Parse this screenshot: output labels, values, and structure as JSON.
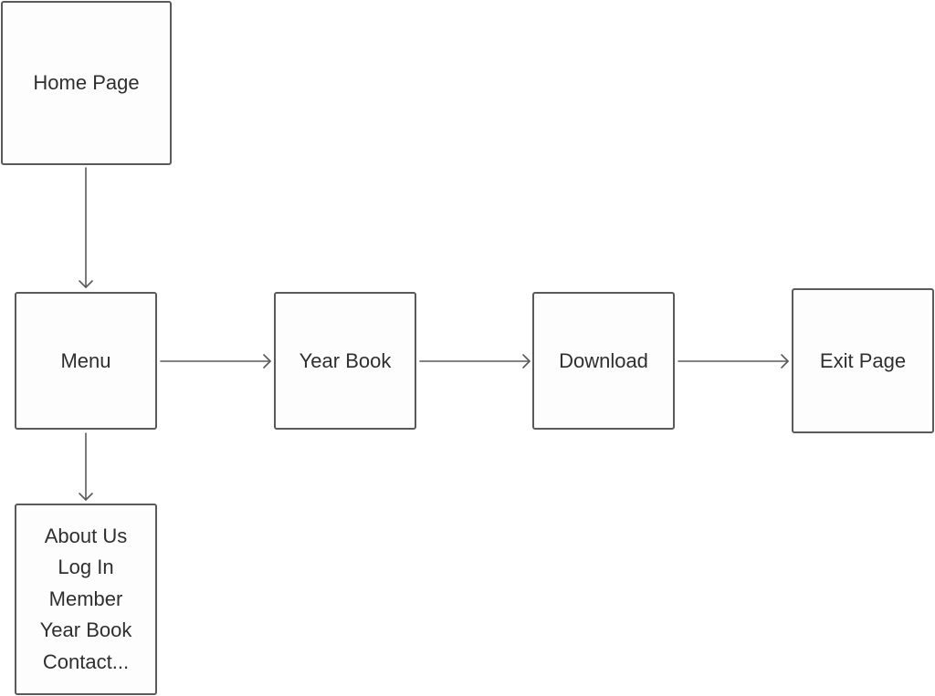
{
  "nodes": {
    "home": {
      "label": "Home Page"
    },
    "menu": {
      "label": "Menu"
    },
    "yearbook": {
      "label": "Year Book"
    },
    "download": {
      "label": "Download"
    },
    "exit": {
      "label": "Exit Page"
    },
    "submenu": {
      "items": [
        "About Us",
        "Log In",
        "Member",
        "Year Book",
        "Contact..."
      ]
    }
  },
  "edges": [
    {
      "from": "Home Page",
      "to": "Menu"
    },
    {
      "from": "Menu",
      "to": "Year Book"
    },
    {
      "from": "Year Book",
      "to": "Download"
    },
    {
      "from": "Download",
      "to": "Exit Page"
    },
    {
      "from": "Menu",
      "to": "About Us / Log In / Member / Year Book / Contact..."
    }
  ],
  "colors": {
    "stroke": "#5a5a5a",
    "text": "#2f2f2f",
    "node_fill": "#fdfdfd",
    "background": "#ffffff"
  }
}
